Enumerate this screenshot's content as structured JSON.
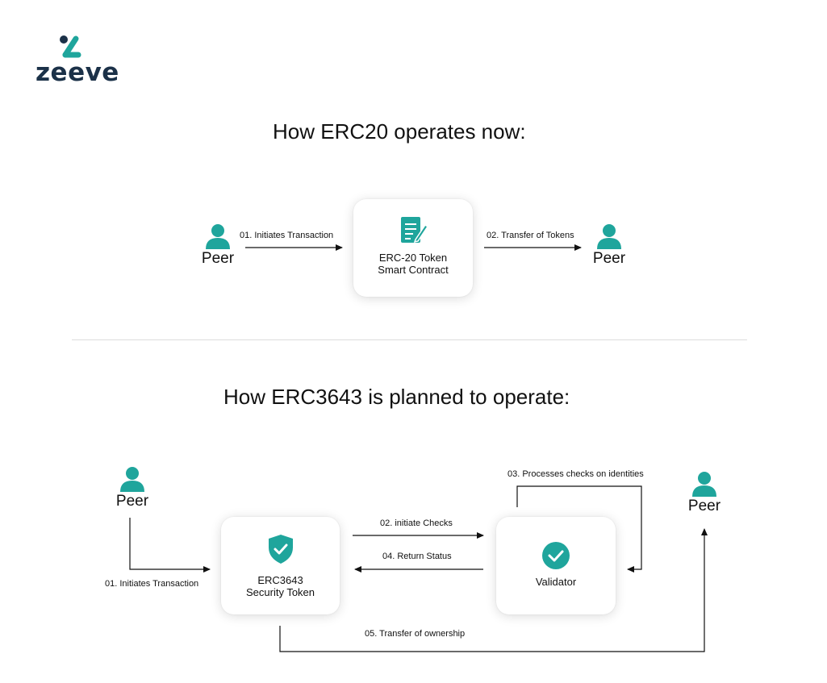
{
  "brand": {
    "name": "zeeve",
    "accent": "#1fa59c",
    "dark": "#1b3148"
  },
  "section1": {
    "title": "How ERC20 operates now:",
    "peer_left": "Peer",
    "peer_right": "Peer",
    "contract_line1": "ERC-20 Token",
    "contract_line2": "Smart Contract",
    "step1": "01.  Initiates Transaction",
    "step2": "02. Transfer of Tokens"
  },
  "section2": {
    "title": "How ERC3643 is planned to operate:",
    "peer_left": "Peer",
    "peer_right": "Peer",
    "token_line1": "ERC3643",
    "token_line2": "Security Token",
    "validator": "Validator",
    "step1": "01.  Initiates Transaction",
    "step2": "02. initiate Checks",
    "step3": "03. Processes checks on identities",
    "step4": "04. Return Status",
    "step5": "05. Transfer of ownership"
  },
  "icons": {
    "person": "person-icon",
    "document": "document-edit-icon",
    "shield": "shield-check-icon",
    "check": "check-circle-icon"
  }
}
